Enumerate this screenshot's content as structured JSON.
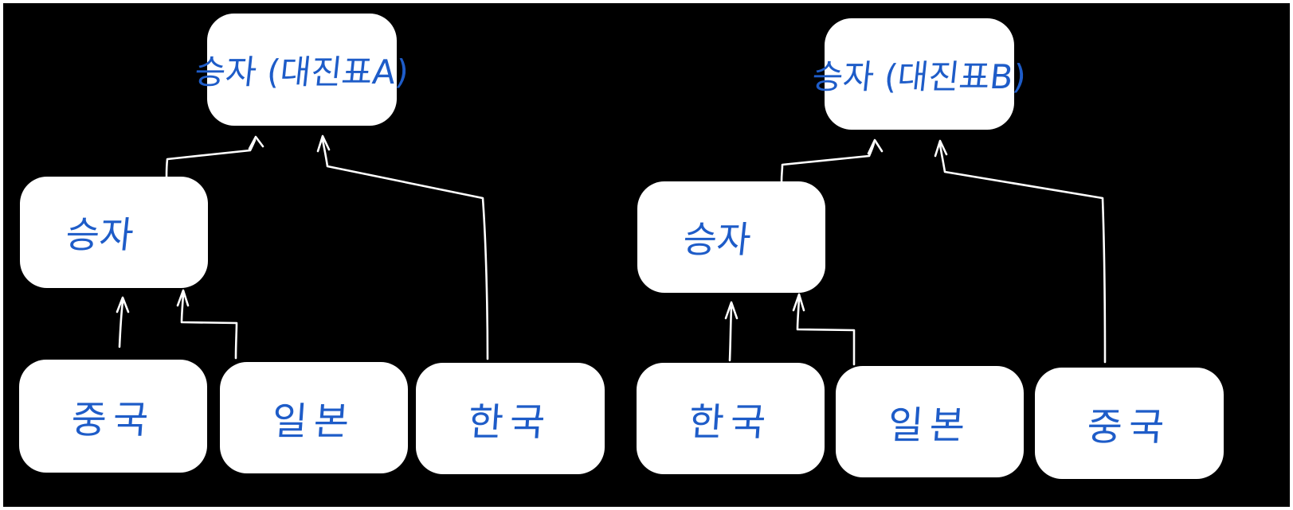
{
  "colors": {
    "background": "#000000",
    "node_fill": "#ffffff",
    "node_text": "#1e5cc8",
    "connector": "#ffffff"
  },
  "left_diagram": {
    "top_node": "승자 (대진표A)",
    "middle_node": "승자",
    "leaves": [
      "중국",
      "일본",
      "한국"
    ]
  },
  "right_diagram": {
    "top_node": "승자 (대진표B)",
    "middle_node": "승자",
    "leaves": [
      "한국",
      "일본",
      "중국"
    ]
  }
}
